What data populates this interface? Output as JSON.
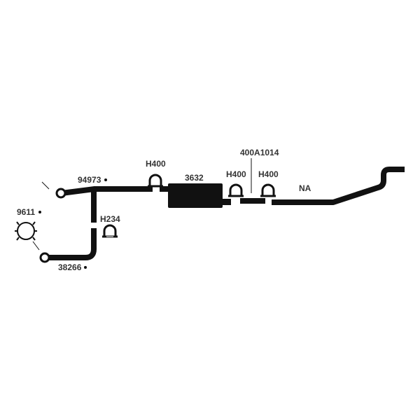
{
  "labels": {
    "part_94973": "94973",
    "part_9611": "9611",
    "part_38266": "38266",
    "part_h234": "H234",
    "part_h400_front": "H400",
    "part_3632": "3632",
    "part_h400_mid": "H400",
    "part_400a1014": "400A1014",
    "part_h400_rear": "H400",
    "part_na": "NA"
  },
  "colors": {
    "pipe": "#111111",
    "label": "#333333",
    "background": "#ffffff"
  },
  "icons": {
    "clamp": "u-bolt-clamp-icon",
    "gasket": "flange-gasket-icon",
    "bullet": "leader-dot-icon"
  }
}
